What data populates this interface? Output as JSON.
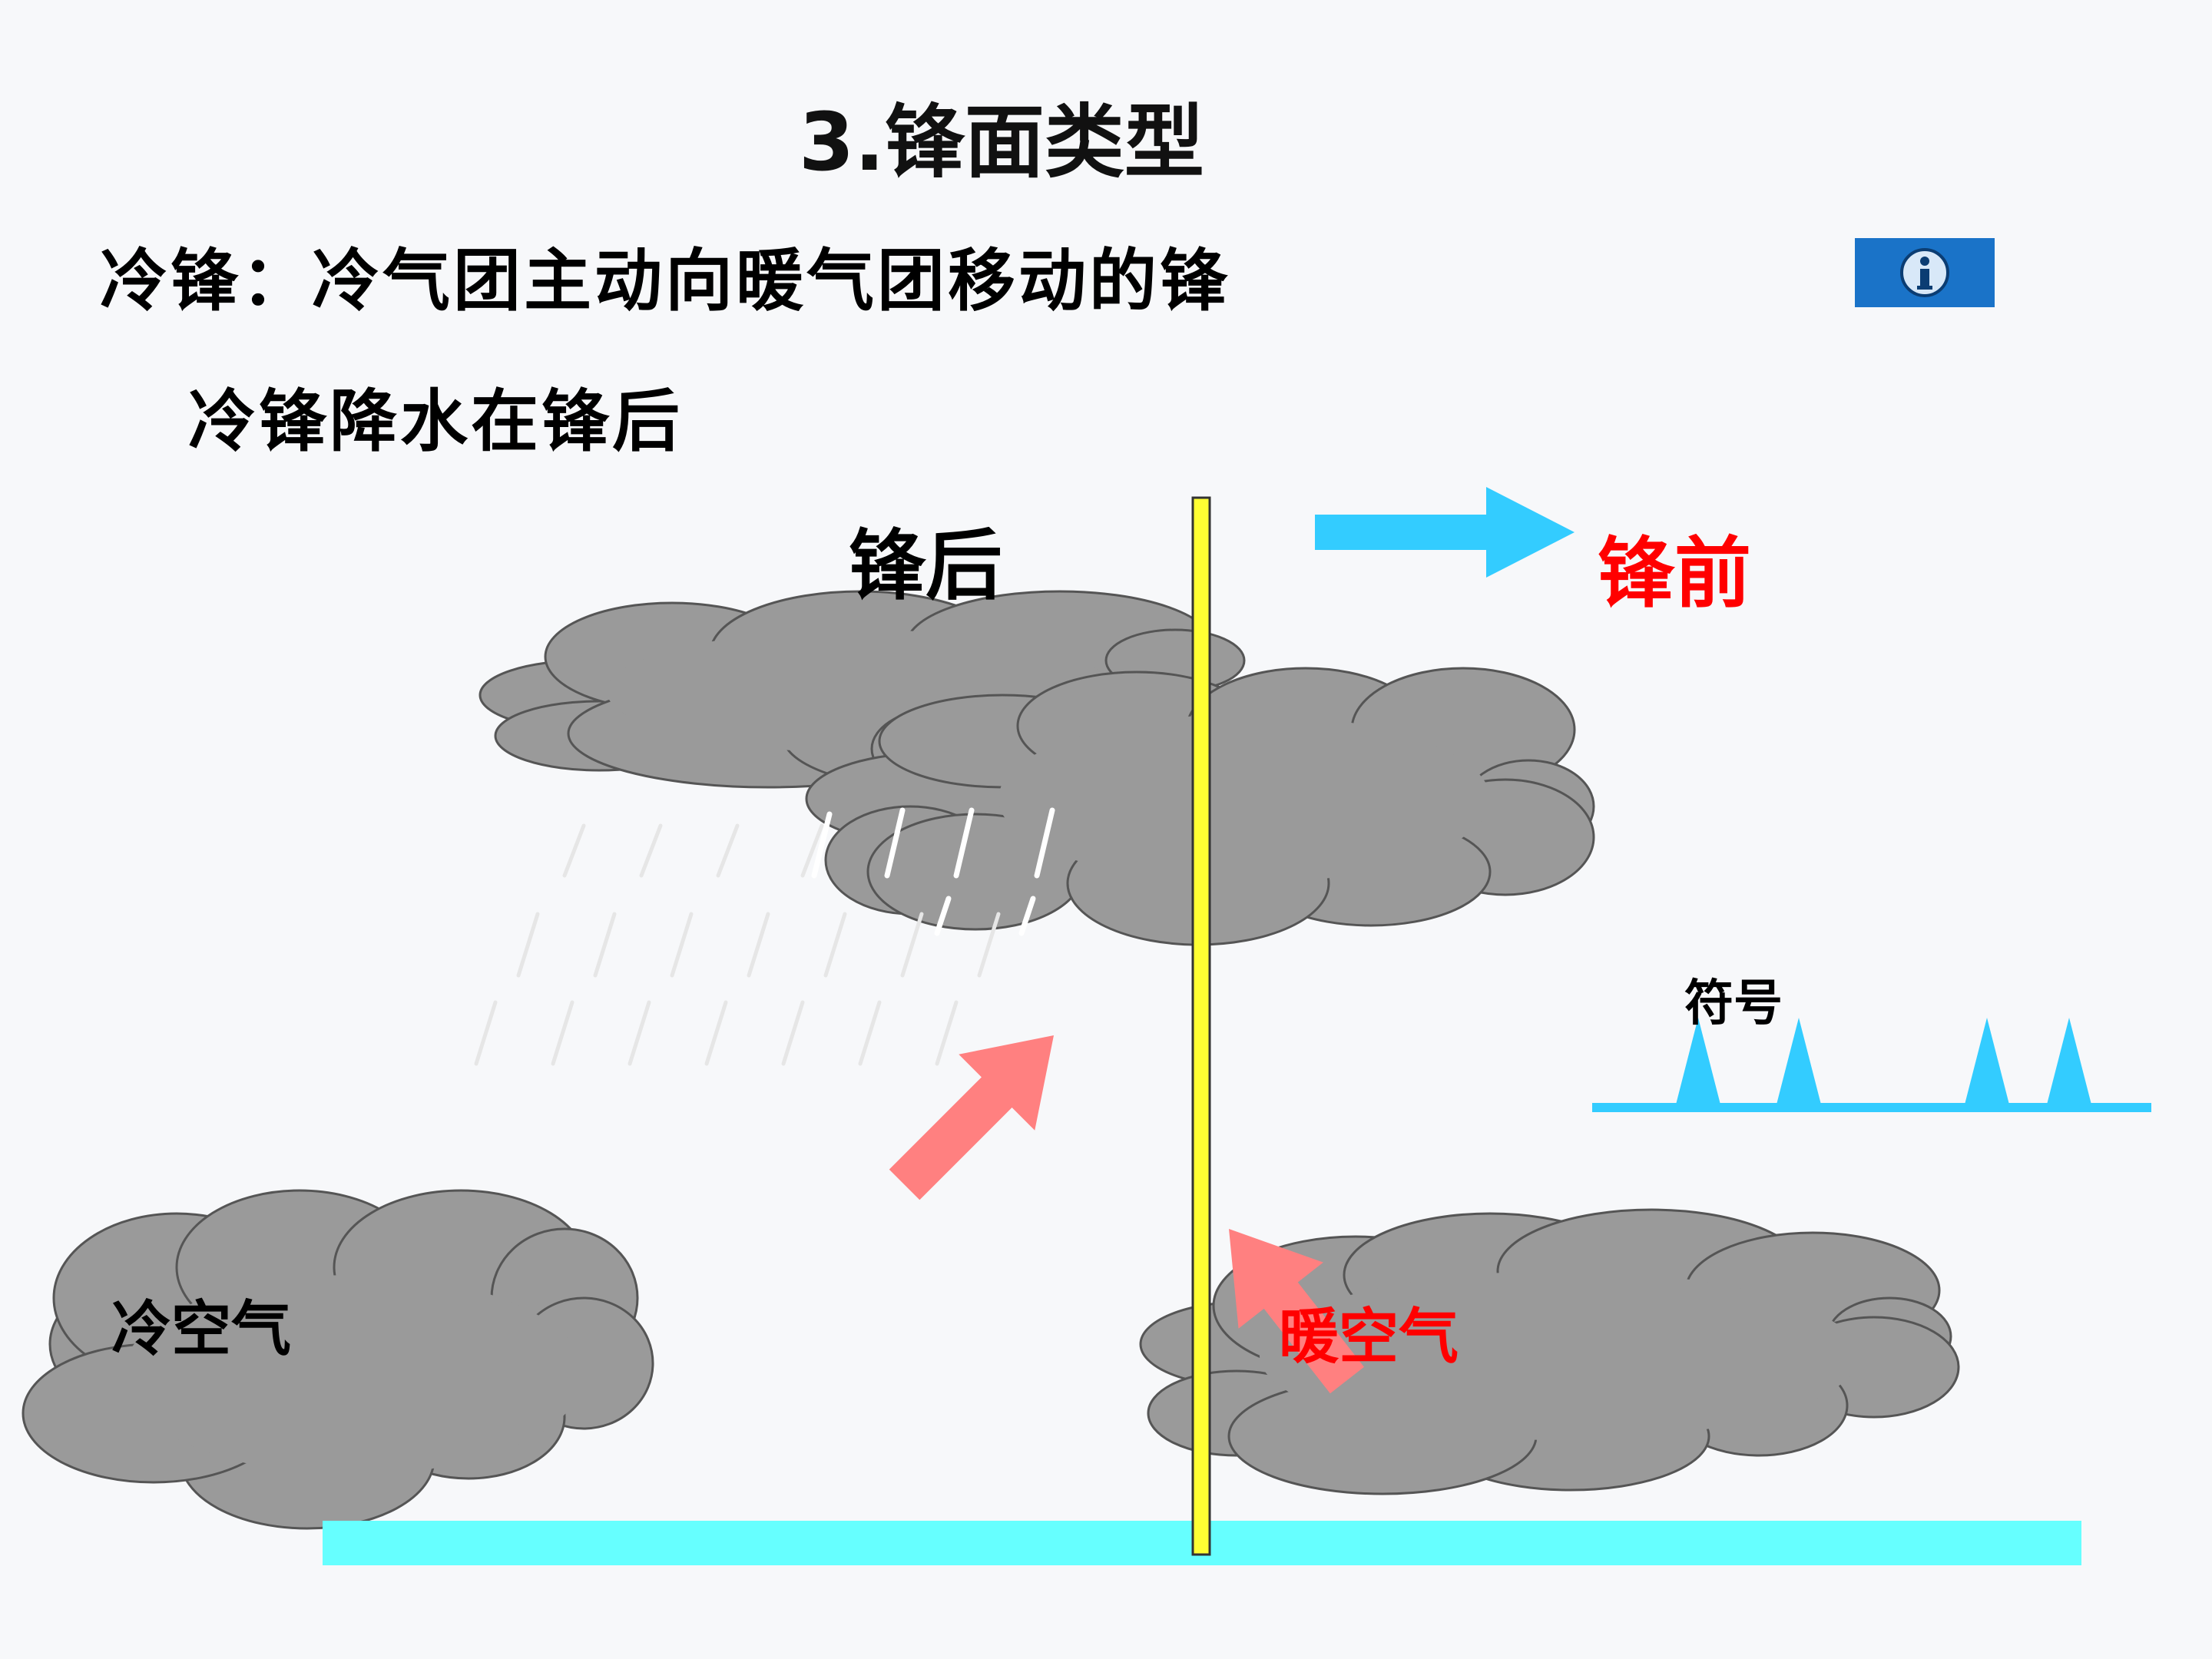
{
  "title": "3.锋面类型",
  "definition": "冷锋：冷气团主动向暖气团移动的锋",
  "precipitation_note": "冷锋降水在锋后",
  "diagram": {
    "label_behind": "锋后",
    "label_front": "锋前",
    "label_symbol": "符号",
    "label_cold_air": "冷空气",
    "label_warm_air": "暖空气"
  },
  "info_button": {
    "icon": "info-icon",
    "color": "#1a73c8"
  },
  "colors": {
    "cloud": "#9a9a9a",
    "front_line": "#ffff33",
    "ground": "#66ffff",
    "movement_arrow": "#33ccff",
    "warm_air_arrow": "#ff8080",
    "front_symbol": "#33ccff",
    "warm_label": "#ff0000"
  }
}
